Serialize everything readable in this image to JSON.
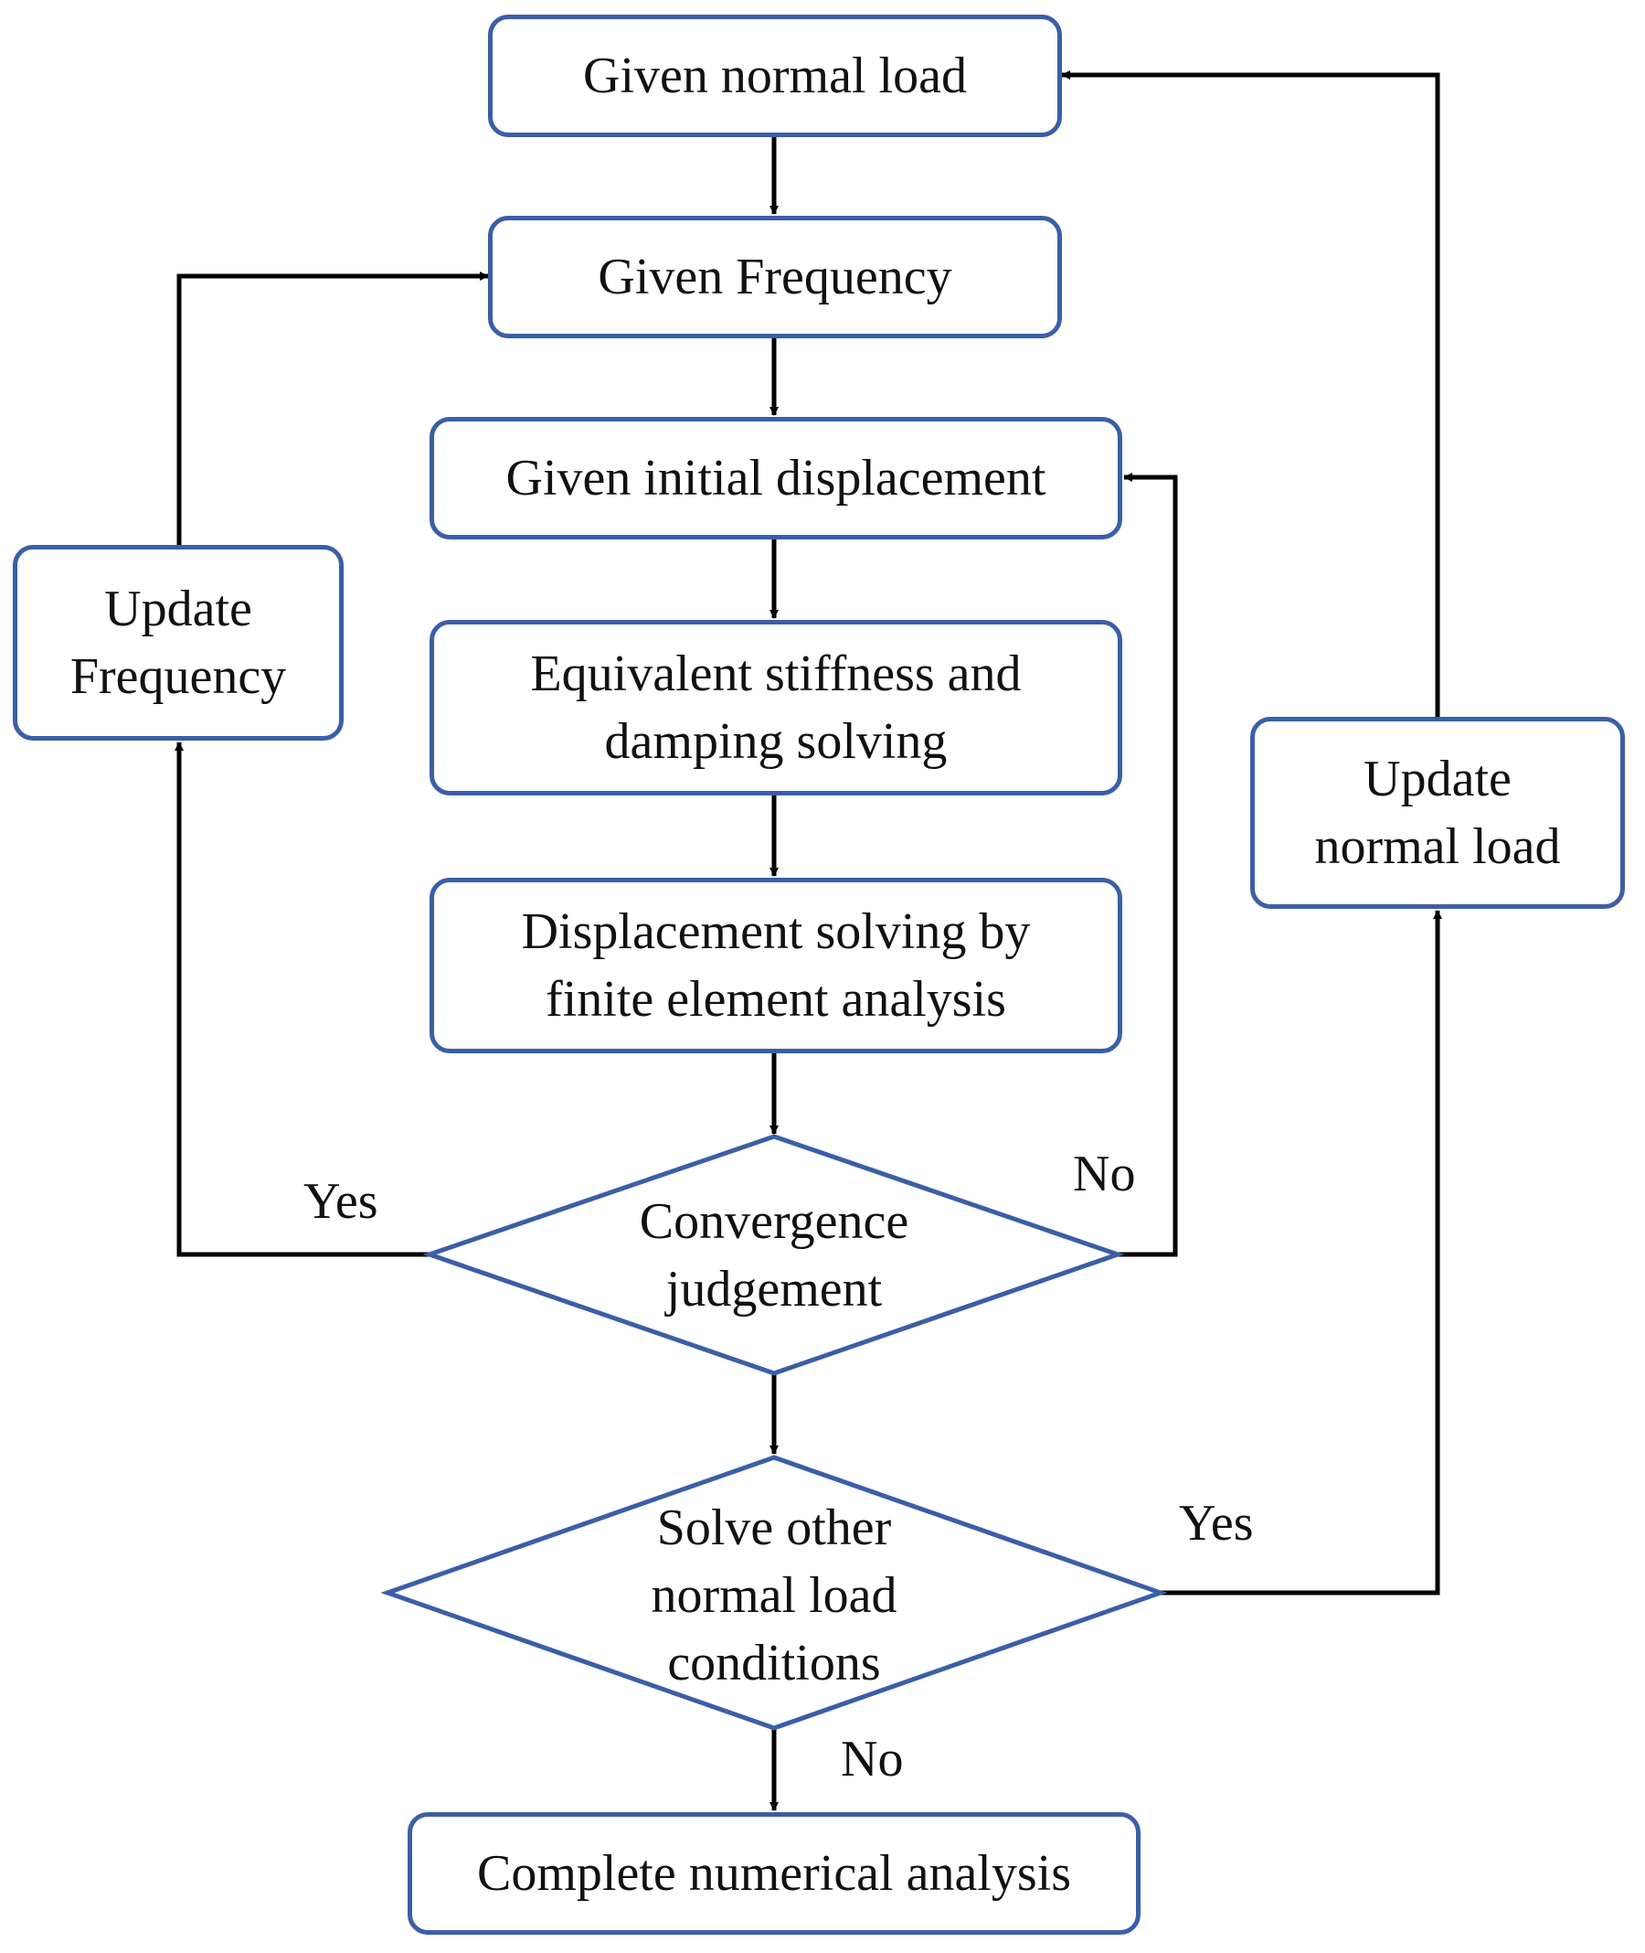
{
  "colors": {
    "box_border": "#3b5ea8",
    "connector": "#000000",
    "text": "#111111"
  },
  "nodes": {
    "given_normal_load": "Given normal load",
    "given_frequency": "Given Frequency",
    "given_initial_displacement": "Given initial displacement",
    "equivalent_stiffness": [
      "Equivalent stiffness and",
      "damping solving"
    ],
    "displacement_solving": [
      "Displacement solving by",
      "finite element analysis"
    ],
    "convergence_judgement": [
      "Convergence",
      "judgement"
    ],
    "solve_other_conditions": [
      "Solve other",
      "normal load",
      "conditions"
    ],
    "complete_analysis": "Complete numerical analysis",
    "update_frequency": [
      "Update",
      "Frequency"
    ],
    "update_normal_load": [
      "Update",
      "normal load"
    ]
  },
  "edge_labels": {
    "convergence_yes": "Yes",
    "convergence_no": "No",
    "solve_other_yes": "Yes",
    "solve_other_no": "No"
  }
}
